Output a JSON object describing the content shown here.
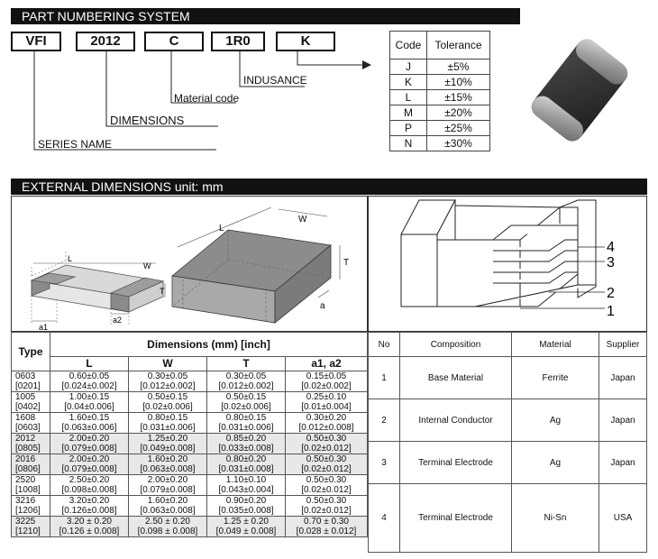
{
  "part_numbering": {
    "title": "PART NUMBERING SYSTEM",
    "codes": [
      "VFI",
      "2012",
      "C",
      "1R0",
      "K"
    ],
    "labels": {
      "series": "SERIES NAME",
      "dimensions": "DIMENSIONS",
      "material": "Material code",
      "inductance": "INDUSANCE"
    }
  },
  "tolerance": {
    "headers": [
      "Code",
      "Tolerance"
    ],
    "rows": [
      [
        "J",
        "±5%"
      ],
      [
        "K",
        "±10%"
      ],
      [
        "L",
        "±15%"
      ],
      [
        "M",
        "±20%"
      ],
      [
        "P",
        "±25%"
      ],
      [
        "N",
        "±30%"
      ]
    ]
  },
  "external": {
    "title": "EXTERNAL DIMENSIONS unit: mm",
    "diagram_labels": {
      "L": "L",
      "W": "W",
      "T": "T",
      "a1": "a1",
      "a2": "a2",
      "a": "a"
    },
    "layer_labels": [
      "4",
      "3",
      "2",
      "1"
    ]
  },
  "dimensions_table": {
    "type_header": "Type",
    "group_header": "Dimensions (mm) [inch]",
    "cols": [
      "L",
      "W",
      "T",
      "a1, a2"
    ],
    "rows": [
      {
        "t1": "0603",
        "t2": "[0201]",
        "c": [
          [
            "0.60±0.05",
            "[0.024±0.002]"
          ],
          [
            "0.30±0.05",
            "[0.012±0.002]"
          ],
          [
            "0.30±0.05",
            "[0.012±0.002]"
          ],
          [
            "0.15±0.05",
            "[0.02±0.002]"
          ]
        ]
      },
      {
        "t1": "1005",
        "t2": "[0402]",
        "c": [
          [
            "1.00±0.15",
            "[0.04±0.006]"
          ],
          [
            "0.50±0.15",
            "[0.02±0.006]"
          ],
          [
            "0.50±0.15",
            "[0.02±0.006]"
          ],
          [
            "0.25±0.10",
            "[0.01±0.004]"
          ]
        ]
      },
      {
        "t1": "1608",
        "t2": "[0603]",
        "c": [
          [
            "1.60±0.15",
            "[0.063±0.006]"
          ],
          [
            "0.80±0.15",
            "[0.031±0.006]"
          ],
          [
            "0.80±0.15",
            "[0.031±0.006]"
          ],
          [
            "0.30±0.20",
            "[0.012±0.008]"
          ]
        ]
      },
      {
        "t1": "2012",
        "t2": "[0805]",
        "c": [
          [
            "2.00±0.20",
            "[0.079±0.008]"
          ],
          [
            "1.25±0.20",
            "[0.049±0.008]"
          ],
          [
            "0.85±0.20",
            "[0.033±0.008]"
          ],
          [
            "0.50±0.30",
            "[0.02±0.012]"
          ]
        ]
      },
      {
        "t1": "2016",
        "t2": "[0806]",
        "c": [
          [
            "2.00±0.20",
            "[0.079±0.008]"
          ],
          [
            "1.60±0.20",
            "[0.063±0.008]"
          ],
          [
            "0.80±0.20",
            "[0.031±0.008]"
          ],
          [
            "0.50±0.30",
            "[0.02±0.012]"
          ]
        ]
      },
      {
        "t1": "2520",
        "t2": "[1008]",
        "c": [
          [
            "2.50±0.20",
            "[0.098±0.008]"
          ],
          [
            "2.00±0.20",
            "[0.079±0.008]"
          ],
          [
            "1.10±0.10",
            "[0.043±0.004]"
          ],
          [
            "0.50±0.30",
            "[0.02±0.012]"
          ]
        ]
      },
      {
        "t1": "3216",
        "t2": "[1206]",
        "c": [
          [
            "3.20±0.20",
            "[0.126±0.008]"
          ],
          [
            "1.60±0.20",
            "[0.063±0.008]"
          ],
          [
            "0.90±0.20",
            "[0.035±0.008]"
          ],
          [
            "0.50±0.30",
            "[0.02±0.012]"
          ]
        ]
      },
      {
        "t1": "3225",
        "t2": "[1210]",
        "c": [
          [
            "3.20 ± 0.20",
            "[0.126 ± 0.008]"
          ],
          [
            "2.50 ± 0.20",
            "[0.098 ± 0.008]"
          ],
          [
            "1.25 ± 0.20",
            "[0.049 ± 0.008]"
          ],
          [
            "0.70 ± 0.30",
            "[0.028 ± 0.012]"
          ]
        ]
      }
    ]
  },
  "composition_table": {
    "headers": [
      "No",
      "Composition",
      "Material",
      "Supplier"
    ],
    "rows": [
      [
        "1",
        "Base Material",
        "Ferrite",
        "Japan"
      ],
      [
        "2",
        "Internal Conductor",
        "Ag",
        "Japan"
      ],
      [
        "3",
        "Terminal Electrode",
        "Ag",
        "Japan"
      ],
      [
        "4",
        "Terminal Electrode",
        "Ni-Sn",
        "USA"
      ]
    ]
  }
}
